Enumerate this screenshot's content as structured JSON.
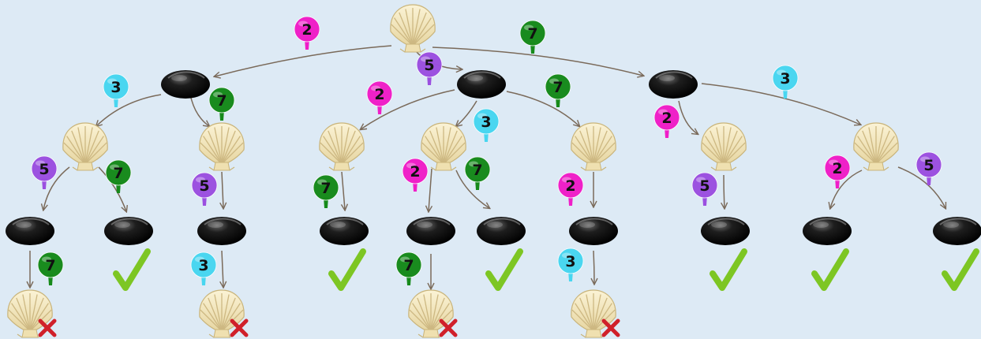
{
  "colors": {
    "background": "#ddeaf5",
    "arrow": "#7a6a5a",
    "check": "#7dc623",
    "cross": "#d0202a",
    "pins": {
      "2": "#f01ec8",
      "3": "#48d6f0",
      "5": "#9b4fe0",
      "7": "#168a1a"
    }
  },
  "icons": {
    "scallop": "scallop-shell-icon",
    "mussel": "black-mussel-icon",
    "success": "check-mark-icon",
    "failure": "cross-mark-icon"
  },
  "tree": {
    "nodes": [
      {
        "id": "root",
        "kind": "shell"
      },
      {
        "id": "m1",
        "kind": "mussel"
      },
      {
        "id": "m2",
        "kind": "mussel"
      },
      {
        "id": "m3",
        "kind": "mussel"
      },
      {
        "id": "s11",
        "kind": "shell"
      },
      {
        "id": "s12",
        "kind": "shell"
      },
      {
        "id": "s21",
        "kind": "shell"
      },
      {
        "id": "s22",
        "kind": "shell"
      },
      {
        "id": "s23",
        "kind": "shell"
      },
      {
        "id": "s31",
        "kind": "shell"
      },
      {
        "id": "s32",
        "kind": "shell"
      },
      {
        "id": "m111",
        "kind": "mussel"
      },
      {
        "id": "m112",
        "kind": "mussel",
        "end": "check"
      },
      {
        "id": "m121",
        "kind": "mussel"
      },
      {
        "id": "m211",
        "kind": "mussel",
        "end": "check"
      },
      {
        "id": "m221",
        "kind": "mussel"
      },
      {
        "id": "m222",
        "kind": "mussel",
        "end": "check"
      },
      {
        "id": "m231",
        "kind": "mussel"
      },
      {
        "id": "m311",
        "kind": "mussel",
        "end": "check"
      },
      {
        "id": "m321",
        "kind": "mussel",
        "end": "check"
      },
      {
        "id": "m322",
        "kind": "mussel",
        "end": "check"
      },
      {
        "id": "x1",
        "kind": "shell",
        "end": "cross"
      },
      {
        "id": "x2",
        "kind": "shell",
        "end": "cross"
      },
      {
        "id": "x3",
        "kind": "shell",
        "end": "cross"
      },
      {
        "id": "x4",
        "kind": "shell",
        "end": "cross"
      }
    ],
    "edges": [
      {
        "from": "root",
        "to": "m1",
        "label": "2"
      },
      {
        "from": "root",
        "to": "m2",
        "label": "5"
      },
      {
        "from": "root",
        "to": "m3",
        "label": "7"
      },
      {
        "from": "m1",
        "to": "s11",
        "label": "3"
      },
      {
        "from": "m1",
        "to": "s12",
        "label": "7"
      },
      {
        "from": "m2",
        "to": "s21",
        "label": "2"
      },
      {
        "from": "m2",
        "to": "s22",
        "label": "3"
      },
      {
        "from": "m2",
        "to": "s23",
        "label": "7"
      },
      {
        "from": "m3",
        "to": "s31",
        "label": "2"
      },
      {
        "from": "m3",
        "to": "s32",
        "label": "3"
      },
      {
        "from": "s11",
        "to": "m111",
        "label": "5"
      },
      {
        "from": "s11",
        "to": "m112",
        "label": "7"
      },
      {
        "from": "s12",
        "to": "m121",
        "label": "5"
      },
      {
        "from": "s21",
        "to": "m211",
        "label": "7"
      },
      {
        "from": "s22",
        "to": "m221",
        "label": "2"
      },
      {
        "from": "s22",
        "to": "m222",
        "label": "7"
      },
      {
        "from": "s23",
        "to": "m231",
        "label": "2"
      },
      {
        "from": "s31",
        "to": "m311",
        "label": "5"
      },
      {
        "from": "s32",
        "to": "m321",
        "label": "2"
      },
      {
        "from": "s32",
        "to": "m322",
        "label": "5"
      },
      {
        "from": "m111",
        "to": "x1",
        "label": "7"
      },
      {
        "from": "m121",
        "to": "x2",
        "label": "3"
      },
      {
        "from": "m221",
        "to": "x3",
        "label": "7"
      },
      {
        "from": "m231",
        "to": "x4",
        "label": "3"
      }
    ]
  }
}
